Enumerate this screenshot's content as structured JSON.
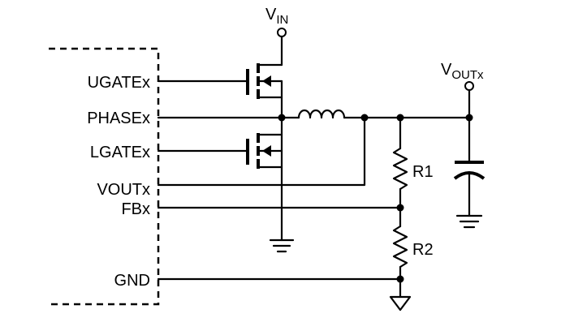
{
  "pins": {
    "ugate": "UGATEx",
    "phase": "PHASEx",
    "lgate": "LGATEx",
    "vout": "VOUTx",
    "fb": "FBx",
    "gnd": "GND"
  },
  "vin": {
    "main": "V",
    "sub": "IN"
  },
  "voutx": {
    "main": "V",
    "sub": "OUTx"
  },
  "resistors": {
    "r1": "R1",
    "r2": "R2"
  }
}
